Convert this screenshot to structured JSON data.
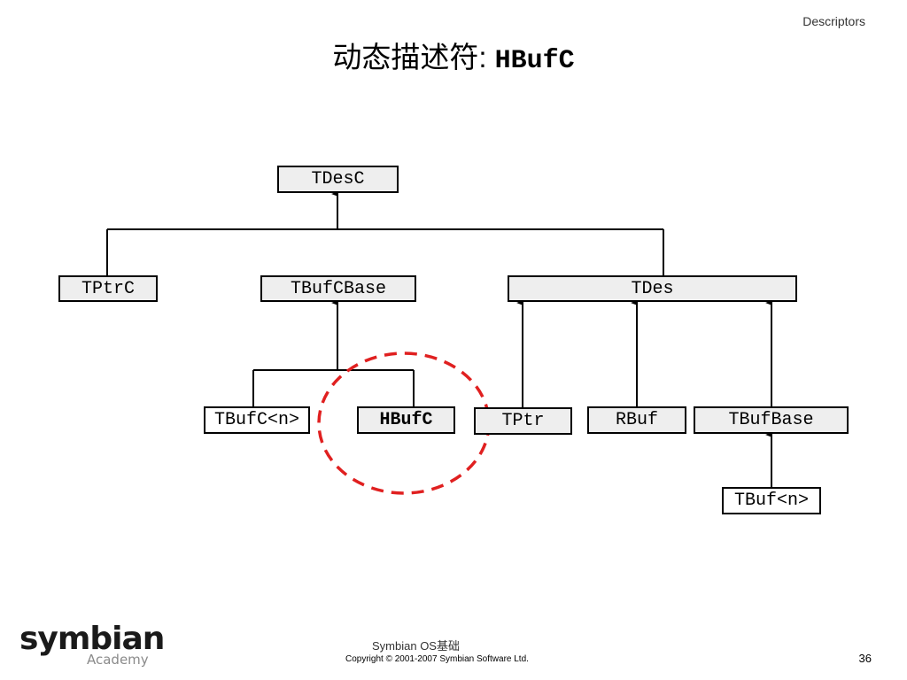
{
  "header": {
    "section": "Descriptors",
    "title_text": "动态描述符: ",
    "title_code": "HBufC"
  },
  "diagram": {
    "nodes": {
      "tdesc": "TDesC",
      "tptrc": "TPtrC",
      "tbufcbase": "TBufCBase",
      "tdes": "TDes",
      "tbufc_n": "TBufC<n>",
      "hbufc": "HBufC",
      "tptr": "TPtr",
      "rbuf": "RBuf",
      "tbufbase": "TBufBase",
      "tbuf_n": "TBuf<n>"
    },
    "highlight_color": "#e02020"
  },
  "footer": {
    "logo_main": "symbian",
    "logo_sub": "Academy",
    "course": "Symbian OS基础",
    "copyright": "Copyright © 2001-2007 Symbian Software Ltd.",
    "page_number": "36"
  }
}
